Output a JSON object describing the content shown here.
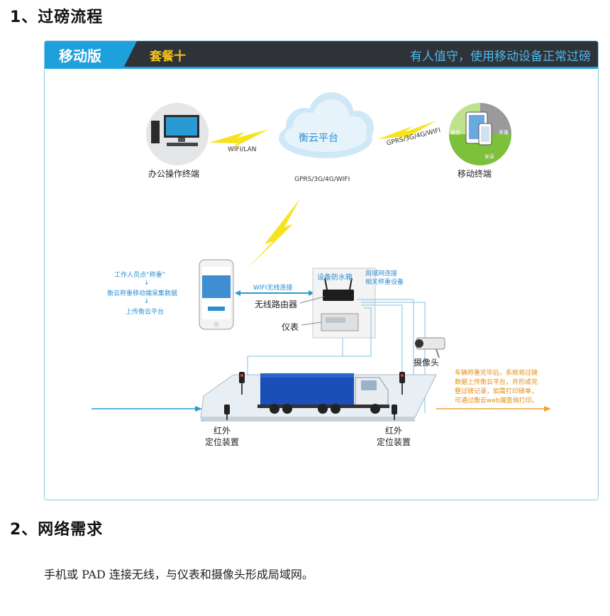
{
  "section1_title": "1、过磅流程",
  "section2_title": "2、网络需求",
  "section2_text": "手机或 PAD 连接无线，与仪表和摄像头形成局域网。",
  "panel": {
    "tab": "移动版",
    "package": "套餐十",
    "slogan": "有人值守，使用移动设备正常过磅"
  },
  "diagram": {
    "cloud": "衡云平台",
    "office_terminal": "办公操作终端",
    "mobile_terminal": "移动终端",
    "link_wifi_lan": "WIFI/LAN",
    "link_gprs_right": "GPRS/3G/4G/WIFI",
    "link_gprs_bottom": "GPRS/3G/4G/WIFI",
    "tablet_labels": [
      "微信",
      "苹果",
      "安卓"
    ],
    "workflow": [
      "工作人员点“称重”",
      "↓",
      "衡云称重移动端采集数据",
      "↓",
      "上传衡云平台"
    ],
    "wifi_link": "WIFI无线连接",
    "box_title": "设备防水箱",
    "lan_note": [
      "局域网连接",
      "相关称重设备"
    ],
    "router": "无线路由器",
    "meter": "仪表",
    "camera": "摄像头",
    "sensor_left": [
      "红外",
      "定位装置"
    ],
    "sensor_right": [
      "红外",
      "定位装置"
    ],
    "note": [
      "车辆称重完毕后，系统将过磅",
      "数据上传衡云平台，并形成完",
      "整过磅记录，如需打印磅单，",
      "可通过衡云web端查询打印。"
    ]
  },
  "colors": {
    "accent_blue": "#1ea0dc",
    "header_dark": "#2f3338",
    "package_yellow": "#f7c417",
    "lightning_yellow": "#f5e31c",
    "note_orange": "#e58b12",
    "truck_blue": "#1a4fb8"
  }
}
